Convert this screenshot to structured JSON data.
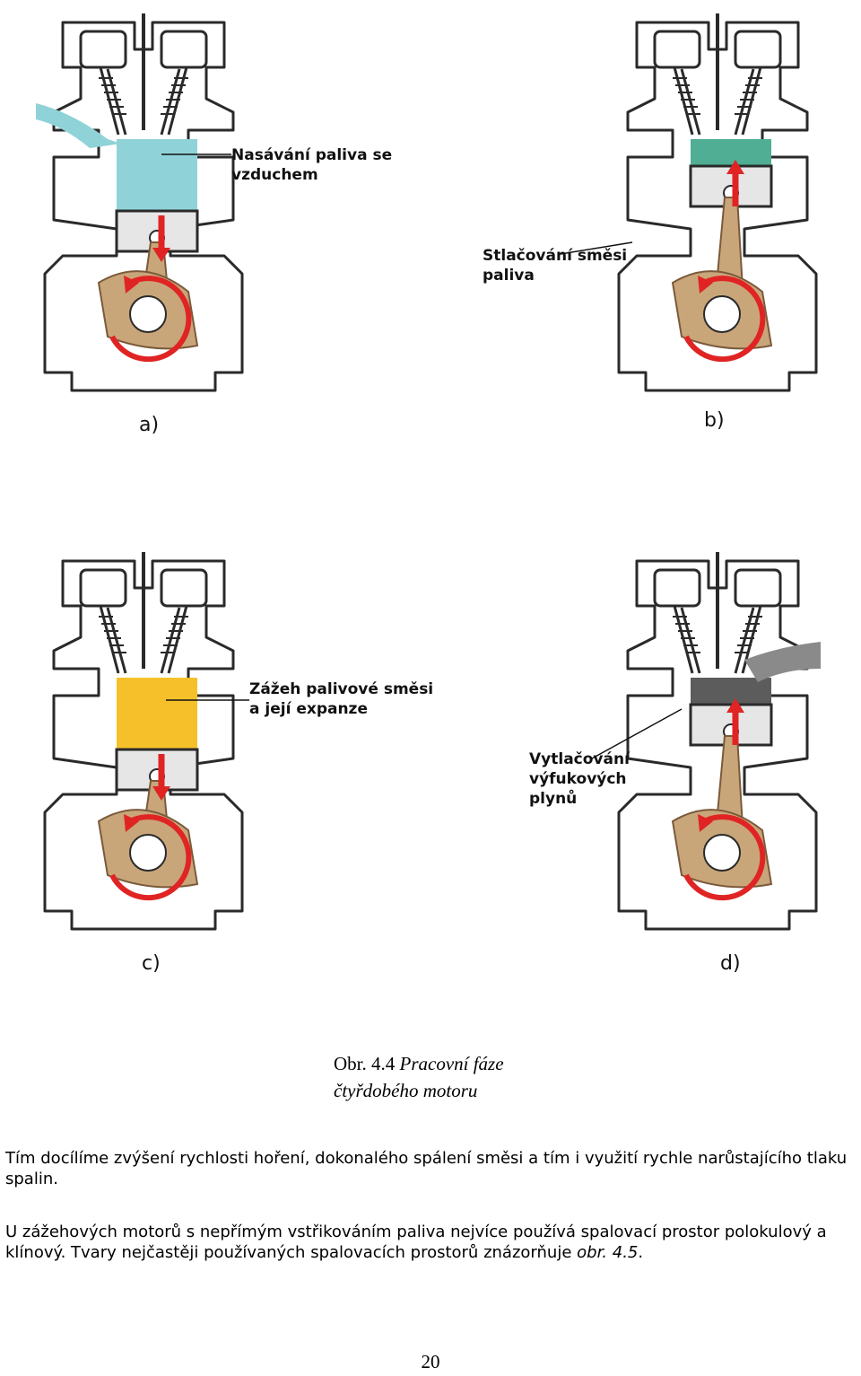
{
  "figure": {
    "panels": [
      {
        "letter": "a)",
        "label_lines": [
          "Nasávání paliva se",
          "vzduchem"
        ],
        "chamber_color": "#8fd3d8",
        "piston": "down",
        "arrow": "down"
      },
      {
        "letter": "b)",
        "label_lines": [
          "Stlačování směsi",
          "paliva"
        ],
        "chamber_color": "#4fae93",
        "piston": "up",
        "arrow": "up"
      },
      {
        "letter": "c)",
        "label_lines": [
          "Zážeh palivové směsi",
          "a její expanze"
        ],
        "chamber_color": "#f6c02a",
        "piston": "down",
        "arrow": "down"
      },
      {
        "letter": "d)",
        "label_lines": [
          "Vytlačování",
          "výfukových",
          "plynů"
        ],
        "chamber_color": "#5c5c5c",
        "piston": "up",
        "arrow": "up"
      }
    ],
    "colors": {
      "outline": "#2a2a2a",
      "crank": "#c9a67a",
      "arrow": "#e02424",
      "intake_gas": "#8fd3d8",
      "exhaust_gas": "#8a8a8a"
    }
  },
  "caption": {
    "number": "Obr. 4.4",
    "text_line1": "Pracovní fáze",
    "text_line2": "čtyřdobého motoru"
  },
  "paragraph1": "Tím docílíme zvýšení rychlosti hoření, dokonalého spálení směsi a tím i využití rychle narůstajícího tlaku spalin.",
  "paragraph2_text": "U zážehových motorů s nepřímým vstřikováním paliva nejvíce používá spalovací prostor polokulový a klínový. Tvary nejčastěji používaných spalovacích prostorů znázorňuje",
  "paragraph2_ref": "obr. 4.5",
  "paragraph2_end": ".",
  "page_number": "20"
}
